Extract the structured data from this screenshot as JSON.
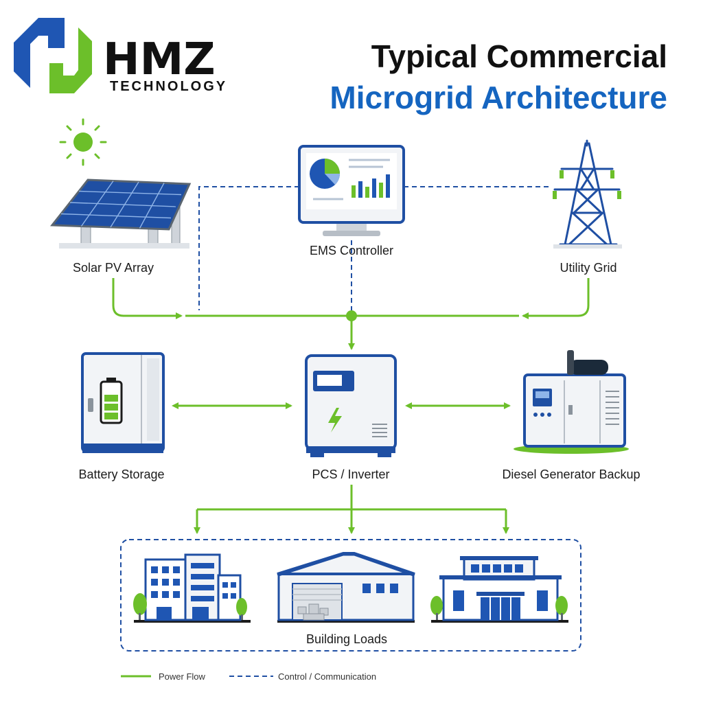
{
  "brand": {
    "name": "HMZ",
    "tagline": "TECHNOLOGY",
    "colors": {
      "blue": "#1f56b3",
      "green": "#6cbf2a",
      "dark": "#111111"
    }
  },
  "title": {
    "line1": "Typical Commercial",
    "line2": "Microgrid Architecture",
    "colors": {
      "line1": "#111111",
      "line2": "#1565c0"
    }
  },
  "nodes": {
    "solar": {
      "label": "Solar PV Array",
      "icon": "solar-panel-icon"
    },
    "ems": {
      "label": "EMS Controller",
      "icon": "monitor-dashboard-icon"
    },
    "grid": {
      "label": "Utility Grid",
      "icon": "transmission-tower-icon"
    },
    "battery": {
      "label": "Battery Storage",
      "icon": "battery-cabinet-icon"
    },
    "pcs": {
      "label": "PCS / Inverter",
      "icon": "inverter-cabinet-icon"
    },
    "diesel": {
      "label": "Diesel Generator Backup",
      "icon": "generator-icon"
    },
    "loads": {
      "label": "Building Loads",
      "icons": [
        "office-building-icon",
        "warehouse-icon",
        "commercial-building-icon"
      ]
    }
  },
  "legend": {
    "power_flow": "Power Flow",
    "control": "Control / Communication"
  },
  "colors": {
    "power": "#6cbf2a",
    "control": "#1f4fa3",
    "equipment_outline": "#1f4fa3",
    "equipment_fill": "#f2f4f7"
  }
}
